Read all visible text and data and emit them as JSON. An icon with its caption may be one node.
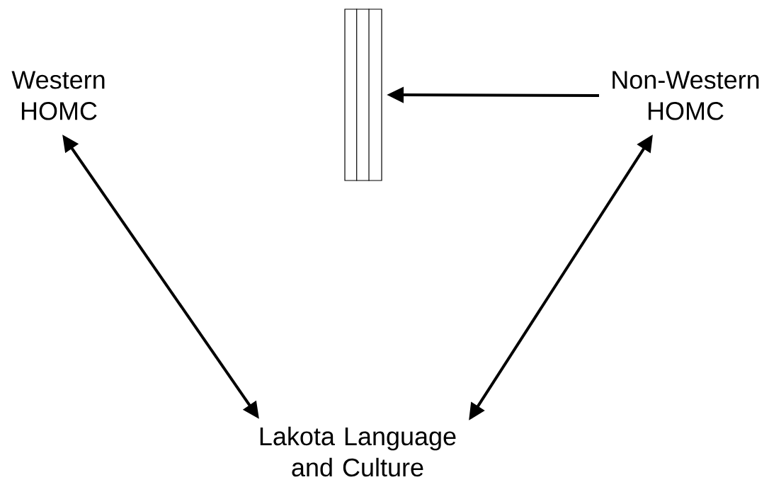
{
  "diagram": {
    "nodes": [
      {
        "text": [
          "Western HOMC"
        ]
      },
      {
        "text": [],
        "shape": "box"
      },
      {
        "text": [
          "Non-Western HOMC"
        ]
      },
      {
        "text": [
          "Lakota Language and Culture"
        ]
      }
    ],
    "edges": [
      {
        "from": 2,
        "to": 1,
        "arrow": "to"
      },
      {
        "from": 0,
        "to": 3,
        "arrow": "both"
      },
      {
        "from": 2,
        "to": 3,
        "arrow": "both"
      }
    ]
  }
}
